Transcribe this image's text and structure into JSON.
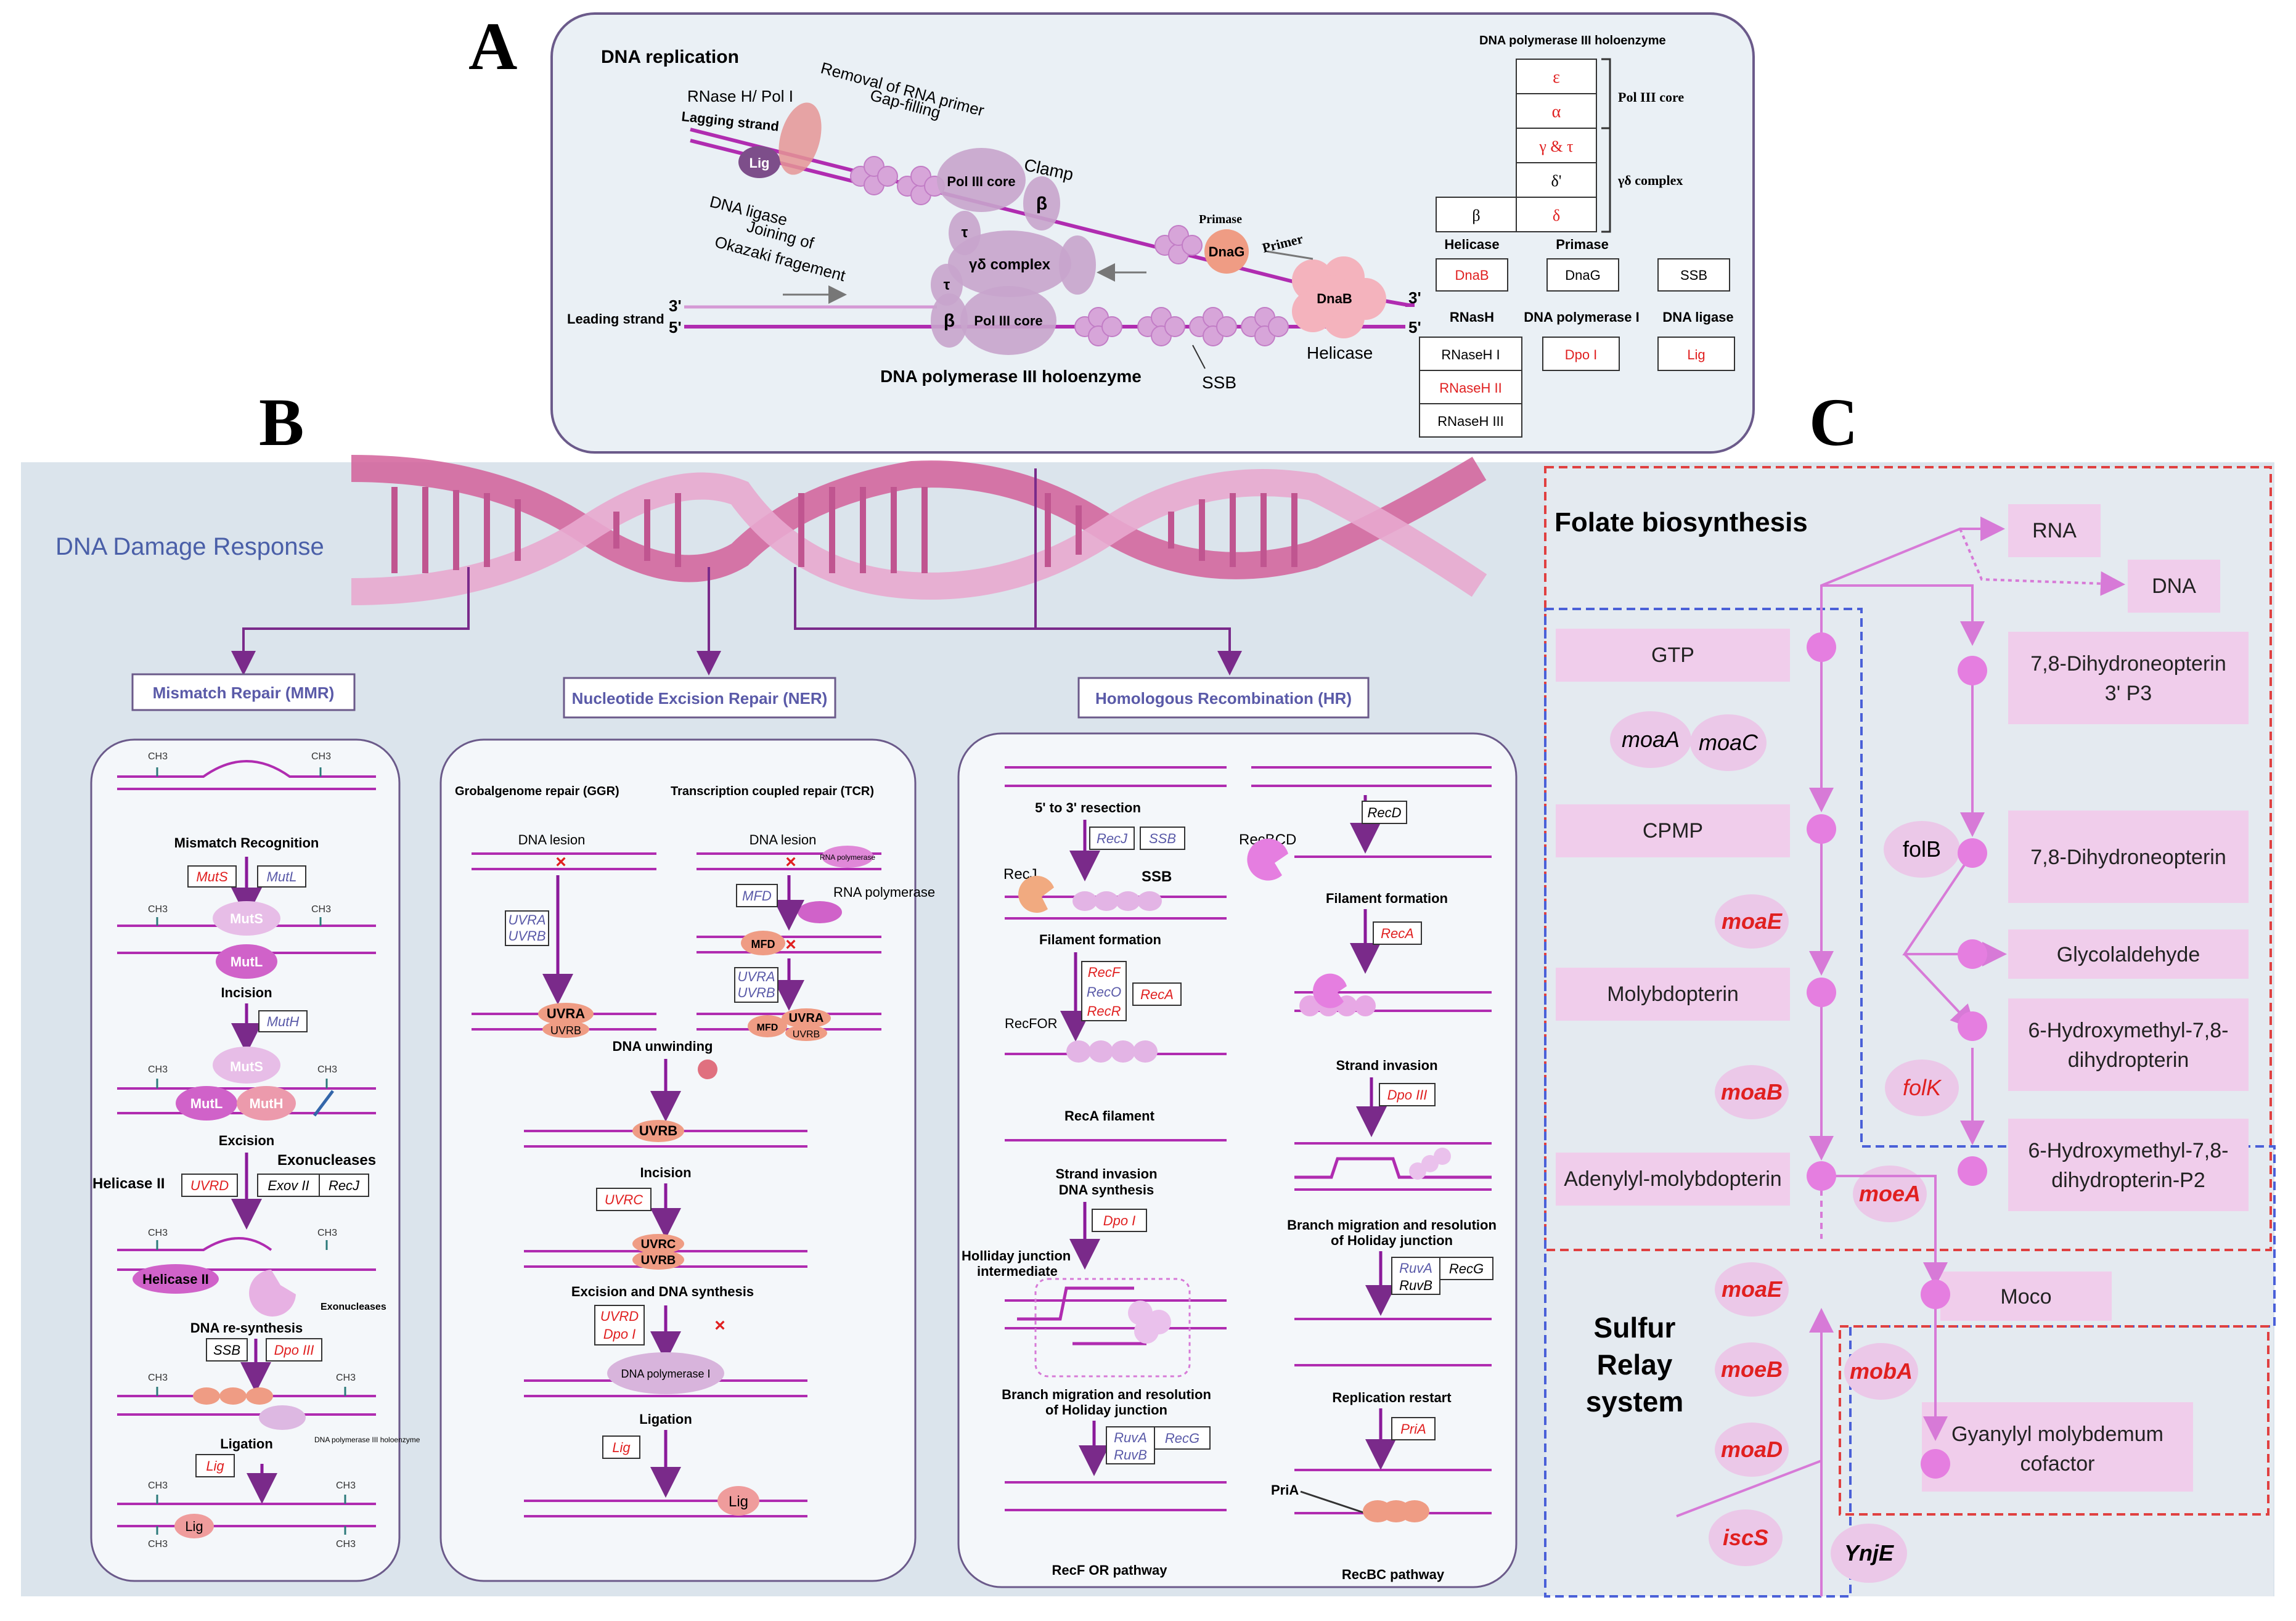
{
  "panel_letters": {
    "a": "A",
    "b": "B",
    "c": "C"
  },
  "a": {
    "title": "DNA replication",
    "rnaseh_poli": "RNase H/ Pol I",
    "removal1": "Removal of RNA primer",
    "removal2": "Gap-filling",
    "lagging": "Lagging strand",
    "leading": "Leading strand",
    "lig": "Lig",
    "dna_ligase": "DNA ligase",
    "joining1": "Joining of",
    "joining2": "Okazaki fragement",
    "clamp": "Clamp",
    "pol3core": "Pol III core",
    "beta": "β",
    "tau": "τ",
    "gd_complex": "γδ complex",
    "primase": "Primase",
    "dnag": "DnaG",
    "primer": "Primer",
    "dnab": "DnaB",
    "helicase": "Helicase",
    "ssb": "SSB",
    "holo_bottom": "DNA polymerase III holoenzyme",
    "three": "3'",
    "five": "5'",
    "table": {
      "title": "DNA polymerase III holoenzyme",
      "core_rows": [
        "ε",
        "α",
        "γ & τ",
        "δ'"
      ],
      "beta": "β",
      "delta": "δ",
      "pol3core": "Pol III core",
      "gd_complex": "γδ complex",
      "h_helicase": "Helicase",
      "h_primase": "Primase",
      "dnab": "DnaB",
      "dnag": "DnaG",
      "ssb": "SSB",
      "h_rnash": "RNasH",
      "h_dpol1": "DNA polymerase I",
      "h_lig": "DNA ligase",
      "rnaseh1": "RNaseH I",
      "rnaseh2": "RNaseH II",
      "rnaseh3": "RNaseH III",
      "dpo1": "Dpo I",
      "lig": "Lig"
    }
  },
  "b": {
    "ddr": "DNA Damage Response",
    "mmr_title": "Mismatch Repair  (MMR)",
    "ner_title": "Nucleotide Excision Repair (NER)",
    "hr_title": "Homologous Recombination (HR)",
    "mmr": {
      "ch3": "CH3",
      "mismatch_recog": "Mismatch Recognition",
      "muts": "MutS",
      "mutl": "MutL",
      "muth": "MutH",
      "incision": "Incision",
      "excision": "Excision",
      "exonucleases": "Exonucleases",
      "helicase2": "Helicase II",
      "uvrd": "UVRD",
      "exov2": "Exov II",
      "recj": "RecJ",
      "exonucleases_small": "Exonucleases",
      "dna_resynth": "DNA re-synthesis",
      "ssb": "SSB",
      "dpo3": "Dpo III",
      "polIII_small": "DNA polymerase III holoenzyme",
      "ligation": "Ligation",
      "lig": "Lig"
    },
    "ner": {
      "ggr": "Grobalgenome repair (GGR)",
      "tcr": "Transcription coupled repair (TCR)",
      "dna_lesion": "DNA lesion",
      "rna_pol": "RNA polymerase",
      "rna_pol_small": "RNA polymerase",
      "mfd": "MFD",
      "uvra": "UVRA",
      "uvrb": "UVRB",
      "dna_unwinding": "DNA unwinding",
      "incision": "Incision",
      "uvrc": "UVRC",
      "excision_synth": "Excision and DNA synthesis",
      "uvrd": "UVRD",
      "dpo1": "Dpo I",
      "dna_pol1": "DNA polymerase I",
      "ligation": "Ligation",
      "lig": "Lig"
    },
    "hr": {
      "resection": "5' to 3' resection",
      "recj": "RecJ",
      "ssb": "SSB",
      "filament": "Filament formation",
      "recf": "RecF",
      "reco": "RecO",
      "recr": "RecR",
      "reca": "RecA",
      "recfor": "RecFOR",
      "reca_filament": "RecA filament",
      "strand_inv_synth1": "Strand invasion",
      "strand_inv_synth2": "DNA synthesis",
      "dpo1": "Dpo I",
      "holliday1": "Holliday junction",
      "holliday2": "intermediate",
      "branch1": "Branch migration and resolution",
      "branch2": "of Holiday junction",
      "ruva": "RuvA",
      "recg": "RecG",
      "ruvb": "RuvB",
      "recf_pathway": "RecF OR pathway",
      "recd": "RecD",
      "recbcd": "RecBCD",
      "strand_invasion": "Strand invasion",
      "dpo3": "Dpo III",
      "replication_restart": "Replication restart",
      "pria": "PriA",
      "recbc_pathway": "RecBC pathway"
    }
  },
  "c": {
    "folate_title": "Folate biosynthesis",
    "sulfur_title": [
      "Sulfur",
      "Relay",
      "system"
    ],
    "rna": "RNA",
    "dna": "DNA",
    "gtp": "GTP",
    "moaa": "moaA",
    "moac": "moaC",
    "cpmp": "CPMP",
    "moae": "moaE",
    "molybdopterin": "Molybdopterin",
    "moab": "moaB",
    "adenylyl": "Adenylyl-molybdopterin",
    "moea": "moeA",
    "dhnp3p": [
      "7,8-Dihydroneopterin",
      "3' P3"
    ],
    "folb": "folB",
    "dhn": "7,8-Dihydroneopterin",
    "glycol": "Glycolaldehyde",
    "hmd": [
      "6-Hydroxymethyl-7,8-",
      "dihydropterin"
    ],
    "folk": "folK",
    "hmdp2": [
      "6-Hydroxymethyl-7,8-",
      "dihydropterin-P2"
    ],
    "moco": "Moco",
    "moba": "mobA",
    "gmc": [
      "Gyanylyl molybdemum",
      "cofactor"
    ],
    "sr_moae": "moaE",
    "sr_moeb": "moeB",
    "sr_moad": "moaD",
    "iscs": "iscS",
    "ynje": "YnjE"
  },
  "colors": {
    "magenta": "#b02cb0",
    "pink": "#e6a9d9",
    "light_panel": "#eaf0f5",
    "b_panel": "#dbe4ec",
    "red": "#e02020",
    "navy": "#5a5aa8"
  }
}
